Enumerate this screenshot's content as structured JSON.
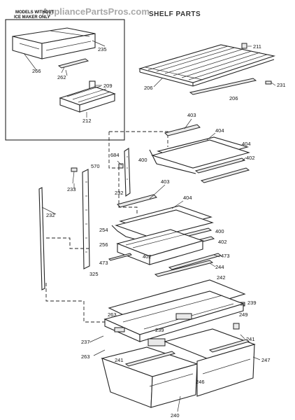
{
  "watermark": "AppliancePartsPros.com",
  "title": "SHELF PARTS",
  "inset_note_line1": "MODELS WITHOUT",
  "inset_note_line2": "ICE MAKER ONLY",
  "labels": {
    "p235": "235",
    "p266": "266",
    "p262": "262",
    "p209": "209",
    "p212": "212",
    "p211": "211",
    "p206a": "206",
    "p206b": "206",
    "p231": "231",
    "p403a": "403",
    "p404a": "404",
    "p404b": "404",
    "p402a": "402",
    "p400a": "400",
    "p684": "684",
    "p570": "570",
    "p233": "233",
    "p232a": "232",
    "p403b": "403",
    "p404c": "404",
    "p232b": "232",
    "p254": "254",
    "p400b": "400",
    "p256": "256",
    "p402b": "402",
    "p402c": "402",
    "p473a": "473",
    "p473b": "473",
    "p244": "244",
    "p325": "325",
    "p242": "242",
    "p239a": "239",
    "p263a": "263",
    "p249": "249",
    "p239b": "239",
    "p237": "237",
    "p241a": "241",
    "p263b": "263",
    "p241b": "241",
    "p246": "246",
    "p247": "247",
    "p240": "240"
  }
}
